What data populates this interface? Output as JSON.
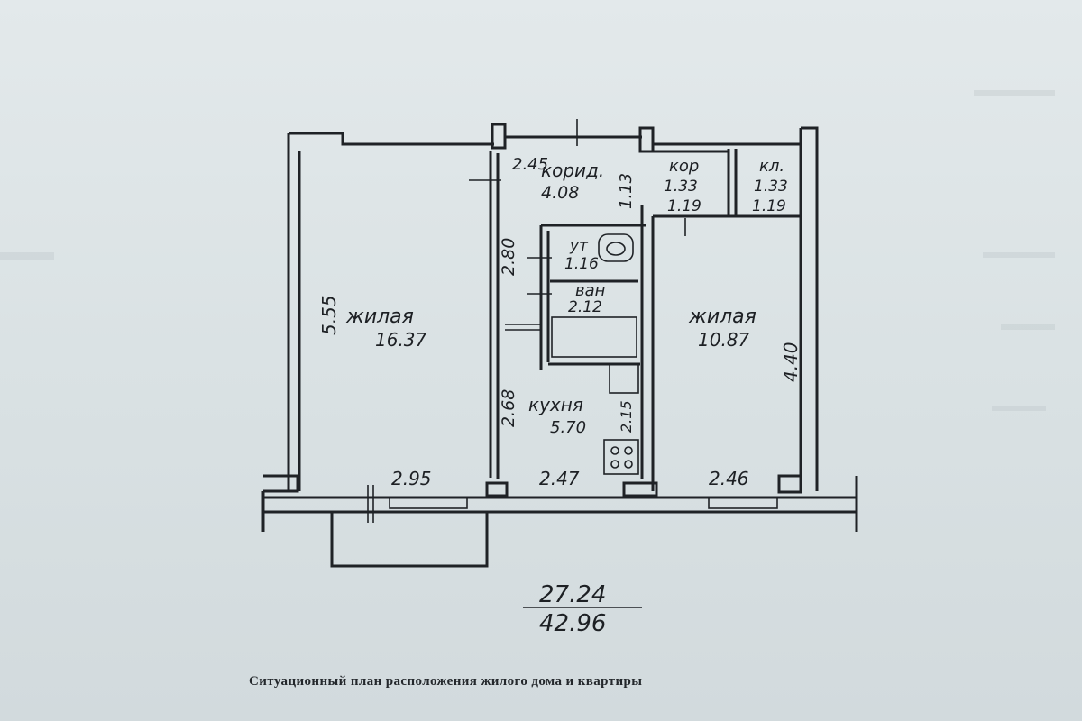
{
  "caption": "Ситуационный план расположения жилого дома и квартиры",
  "rooms": {
    "living_left": {
      "name": "жилая",
      "area": "16.37",
      "height_dim": "5.55",
      "width_dim": "2.95"
    },
    "corridor": {
      "name": "корид.",
      "area": "4.08",
      "width_dim": "2.45",
      "side_dim": "1.13"
    },
    "small_corridor": {
      "name": "кор",
      "area": "1.33",
      "dim": "1.19"
    },
    "closet": {
      "name": "кл.",
      "area": "1.33",
      "dim": "1.19"
    },
    "toilet": {
      "name": "ут",
      "area": "1.16"
    },
    "bath": {
      "name": "ван",
      "area": "2.12"
    },
    "kitchen": {
      "name": "кухня",
      "area": "5.70",
      "height_dim": "2.68",
      "side_dim": "2.15",
      "width_dim": "2.47"
    },
    "living_right": {
      "name": "жилая",
      "area": "10.87",
      "height_dim": "4.40",
      "width_dim": "2.46"
    },
    "wall_dim_280": "2.80"
  },
  "totals": {
    "living": "27.24",
    "total": "42.96"
  }
}
